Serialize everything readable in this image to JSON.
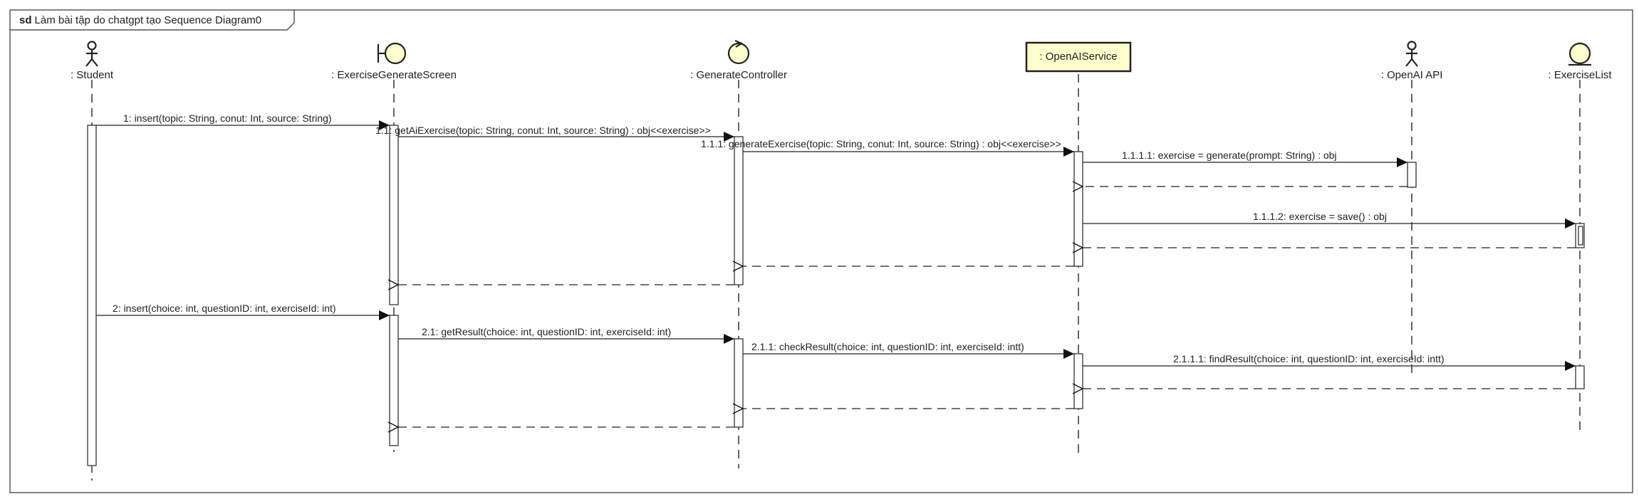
{
  "frame": {
    "keyword": "sd",
    "title": "Làm bài tập do chatgpt tạo Sequence Diagram0"
  },
  "lifelines": [
    {
      "id": "student",
      "label": ": Student",
      "kind": "actor"
    },
    {
      "id": "screen",
      "label": ": ExerciseGenerateScreen",
      "kind": "boundary"
    },
    {
      "id": "controller",
      "label": ": GenerateController",
      "kind": "control"
    },
    {
      "id": "service",
      "label": ": OpenAIService",
      "kind": "object"
    },
    {
      "id": "api",
      "label": ": OpenAI API",
      "kind": "actor"
    },
    {
      "id": "list",
      "label": ": ExerciseList",
      "kind": "entity"
    }
  ],
  "messages": [
    {
      "id": "m1",
      "label": "1: insert(topic: String, conut: Int, source: String)",
      "from": "student",
      "to": "screen",
      "kind": "sync"
    },
    {
      "id": "m1_1",
      "label": "1.1: getAiExercise(topic: String, conut: Int, source: String) : obj<<exercise>>",
      "from": "screen",
      "to": "controller",
      "kind": "sync"
    },
    {
      "id": "m1_1_1",
      "label": "1.1.1: generateExercise(topic: String, conut: Int, source: String) : obj<<exercise>>",
      "from": "controller",
      "to": "service",
      "kind": "sync"
    },
    {
      "id": "m1_1_1_1",
      "label": "1.1.1.1: exercise = generate(prompt: String) : obj",
      "from": "service",
      "to": "api",
      "kind": "sync"
    },
    {
      "id": "r1_1_1_1",
      "label": "",
      "from": "api",
      "to": "service",
      "kind": "return"
    },
    {
      "id": "m1_1_1_2",
      "label": "1.1.1.2: exercise = save() : obj",
      "from": "service",
      "to": "list",
      "kind": "sync"
    },
    {
      "id": "r1_1_1_2",
      "label": "",
      "from": "list",
      "to": "service",
      "kind": "return"
    },
    {
      "id": "r1_1_1",
      "label": "",
      "from": "service",
      "to": "controller",
      "kind": "return"
    },
    {
      "id": "r1_1",
      "label": "",
      "from": "controller",
      "to": "screen",
      "kind": "return"
    },
    {
      "id": "m2",
      "label": "2: insert(choice: int, questionID: int, exerciseId: int)",
      "from": "student",
      "to": "screen",
      "kind": "sync"
    },
    {
      "id": "m2_1",
      "label": "2.1: getResult(choice: int, questionID: int, exerciseId: int)",
      "from": "screen",
      "to": "controller",
      "kind": "sync"
    },
    {
      "id": "m2_1_1",
      "label": "2.1.1: checkResult(choice: int, questionID: int, exerciseId: intt)",
      "from": "controller",
      "to": "service",
      "kind": "sync"
    },
    {
      "id": "m2_1_1_1",
      "label": "2.1.1.1: findResult(choice: int, questionID: int, exerciseId: intt)",
      "from": "service",
      "to": "list",
      "kind": "sync"
    },
    {
      "id": "r2_1_1_1",
      "label": "",
      "from": "list",
      "to": "service",
      "kind": "return"
    },
    {
      "id": "r2_1_1",
      "label": "",
      "from": "service",
      "to": "controller",
      "kind": "return"
    },
    {
      "id": "r2_1",
      "label": "",
      "from": "controller",
      "to": "screen",
      "kind": "return"
    }
  ]
}
